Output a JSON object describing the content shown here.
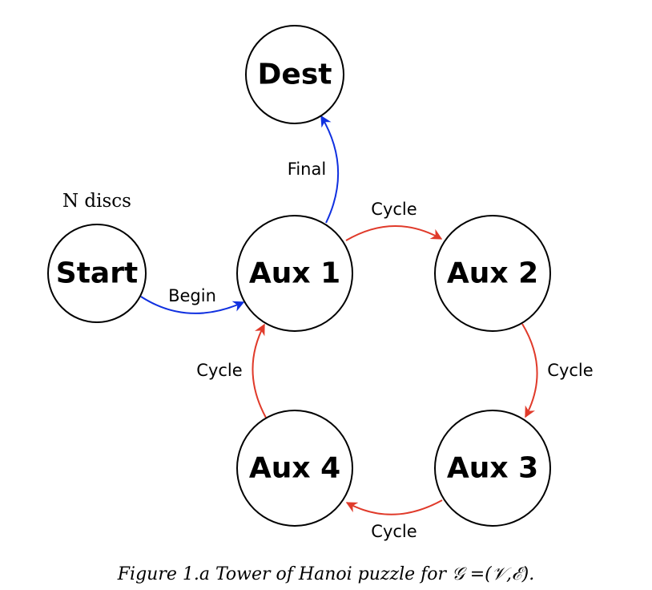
{
  "nodes": {
    "dest": "Dest",
    "start": "Start",
    "aux1": "Aux 1",
    "aux2": "Aux 2",
    "aux3": "Aux 3",
    "aux4": "Aux 4"
  },
  "annotation": "N discs",
  "edges": {
    "begin": "Begin",
    "final": "Final",
    "cycle_1_2": "Cycle",
    "cycle_2_3": "Cycle",
    "cycle_3_4": "Cycle",
    "cycle_4_1": "Cycle"
  },
  "colors": {
    "blue_edge": "#1030e0",
    "red_edge": "#e03a2a",
    "node_stroke": "#000000"
  },
  "caption": "Figure 1.a Tower of Hanoi puzzle for 𝒢 =(𝒱,ℰ)."
}
